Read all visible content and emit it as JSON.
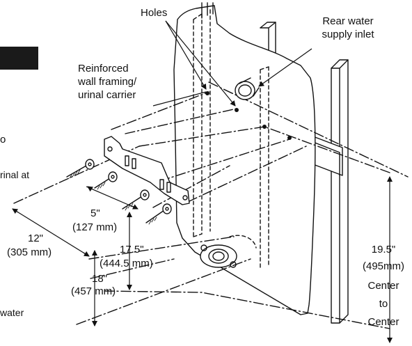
{
  "labels": {
    "holes": "Holes",
    "rear_inlet_line1": "Rear water",
    "rear_inlet_line2": "supply inlet",
    "framing_line1": "Reinforced",
    "framing_line2": "wall framing/",
    "framing_line3": "urinal carrier",
    "cut_left_1": "o",
    "cut_left_2": "rinal at",
    "cut_left_3": "water",
    "dim_5_in": "5\"",
    "dim_5_mm": "(127 mm)",
    "dim_12_in": "12\"",
    "dim_12_mm": "(305 mm)",
    "dim_175_in": "17.5\"",
    "dim_175_mm": "(444.5 mm)",
    "dim_18_in": "18\"",
    "dim_18_mm": "(457 mm)",
    "dim_195_in": "19.5\"",
    "dim_195_mm": "(495mm)",
    "dim_195_c1": "Center",
    "dim_195_c2": "to",
    "dim_195_c3": "Center"
  },
  "colors": {
    "ink": "#111111",
    "background": "#ffffff"
  }
}
